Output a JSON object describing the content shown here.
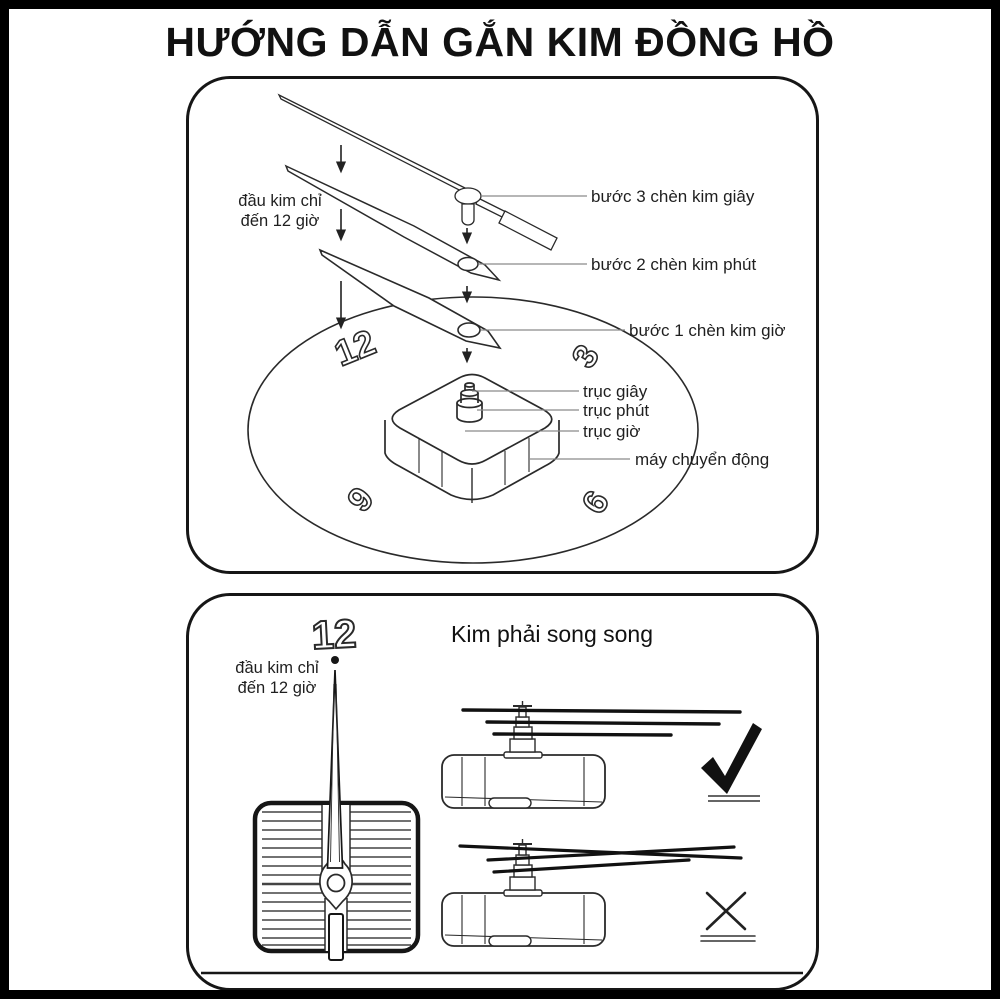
{
  "title": "HƯỚNG DẪN GẮN KIM ĐỒNG HỒ",
  "colors": {
    "ink": "#1f1f1f",
    "line_art": "#2a2a2a",
    "leader_line": "#8a8a8a",
    "background": "#ffffff",
    "frame_border": "#000000"
  },
  "top_panel": {
    "pointer_note": {
      "line1": "đầu kim chỉ",
      "line2": "đến 12 giờ"
    },
    "callouts": {
      "step3": "bước 3 chèn kim giây",
      "step2": "bước 2 chèn kim phút",
      "step1": "bước 1 chèn kim giờ",
      "axle_second": "trục giây",
      "axle_minute": "trục phút",
      "axle_hour": "trục giờ",
      "movement": "máy chuyển động"
    },
    "dial_numbers": {
      "n12": "12",
      "n3": "3",
      "n9": "9",
      "n6": "6"
    }
  },
  "bottom_panel": {
    "dial_number_12": "12",
    "pointer_note": {
      "line1": "đầu kim chỉ",
      "line2": "đến 12 giờ"
    },
    "heading": "Kim phải song song",
    "marks": {
      "correct_icon": "check-icon",
      "incorrect_icon": "x-icon"
    }
  }
}
